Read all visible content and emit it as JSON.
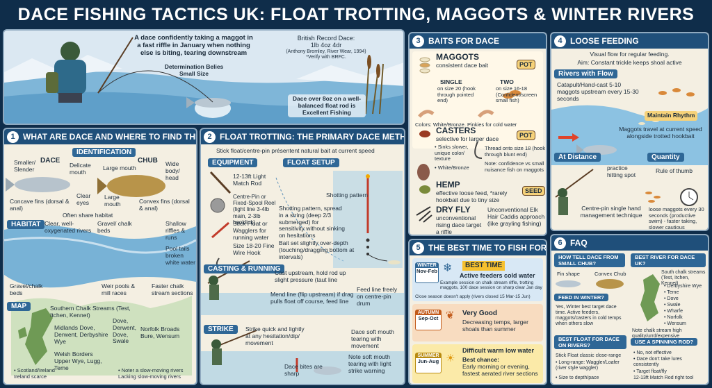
{
  "title": "DACE FISHING TACTICS UK: FLOAT TROTTING, MAGGOTS & WINTER RIVERS",
  "hero": {
    "caption": "A dace confidently taking a maggot in a fast riffle in January when nothing else is biting, tearing downstream",
    "record_title": "British Record Dace:",
    "record_weight": "1lb 4oz 4dr",
    "record_source": "(Anthony Bromley, River Wear, 1994)",
    "record_verify": "*Verify with BRFC.",
    "determination": "Determination Belies Small Size",
    "excellent": "Dace over 8oz on a well-balanced float rod is Excellent Fishing"
  },
  "section1": {
    "num": "1",
    "header": "WHAT ARE DACE AND WHERE TO FIND THEM",
    "identification": "IDENTIFICATION",
    "dace": "DACE",
    "chub": "CHUB",
    "dace_notes": [
      "Smaller/ Slender",
      "Delicate mouth",
      "Clear eyes",
      "Concave fins (dorsal & anal)"
    ],
    "chub_notes": [
      "Large mouth",
      "Wide body/ head",
      "Large mouth",
      "Convex fins (dorsal & anal)"
    ],
    "shared": "Often share habitat",
    "habitat": "HABITAT",
    "habitat_notes": [
      "Clear, well-oxygenated rivers",
      "Gravel/ chalk beds",
      "Shallow riffles & runs",
      "Pool tails broken white water",
      "Gravel/chalk beds",
      "Weir pools & mill races",
      "Faster chalk stream sections"
    ],
    "map": "MAP",
    "map_notes": [
      "Southern Chalk Streams (Test, Itchen, Kennet)",
      "Midlands Dove, Derwent, Derbyshire Wye",
      "Dove, Derwent, Dove, Swale",
      "Norfolk Broads Bure, Wensum",
      "Welsh Borders Upper Wye, Lugg, Teme",
      "• Scotland/Ireland Ireland scarce",
      "• Noter a slow-moving rivers Lacking slow-moving rivers"
    ]
  },
  "section2": {
    "num": "2",
    "header": "FLOAT TROTTING: THE PRIMARY DACE METHOD",
    "intro": "Stick float/centre-pin présentent natural bait at current speed",
    "equipment": "EQUIPMENT",
    "float_setup": "FLOAT SETUP",
    "equipment_items": [
      "12-13ft Light Match Rod",
      "Centre-Pin or Fixed-Spool Reel (light line 3-4lb main, 2-3lb hooklink)",
      "Stick Float or Wagglers for running water",
      "Size 18-20 Fine Wire Hook"
    ],
    "shotting": "Shotting pattern",
    "setup_notes": "Shotting pattern, spread in a string (deep 2/3 submerged) for sensitivity without sinking on hesitations",
    "bait_depth": "Bait set slightly over-depth (touching/dragging bottom at intervals)",
    "casting": "CASTING & RUNNING",
    "casting_notes": [
      "Cast upstream, hold rod up slight pressure (taut line",
      "Mend line (flip upstream) if drag pulls float off course, feed line",
      "Feed line freely on centre-pin drum"
    ],
    "strike": "STRIKE",
    "strike_notes": [
      "Strike quick and lightly at any hesitation/dip/ movement",
      "Dace bites are sharp",
      "Dace soft mouth tearing with movement",
      "Note soft mouth tearing with light strike warning"
    ]
  },
  "section3": {
    "num": "3",
    "header": "BAITS FOR DACE",
    "maggots_title": "MAGGOTS",
    "maggots_sub": "consistent dace bait",
    "pot": "POT",
    "single": "SINGLE",
    "single_note": "on size 20 (hook through pointed end)",
    "two": "TWO",
    "two_note": "on size 16-18 (Confident/screen small fish)",
    "colors": "Colors: White/Bronze. Pinkies for cold water",
    "casters_title": "CASTERS",
    "casters_sub": "selective for larger dace",
    "casters_notes": [
      "• Sinks slower, unique color/ texture",
      "• White/Bronze"
    ],
    "casters_thread": "Thread onto size 18 (hook through blunt end)",
    "casters_note": "Note: confidence vs small nuisance fish on maggots",
    "hemp_title": "HEMP",
    "hemp_sub": "effective loose feed, *rarely hookbait due to tiny size",
    "seed": "SEED",
    "dry_title": "DRY FLY",
    "dry_sub": "unconventional rising dace target a riffle",
    "dry_note": "Unconventional Elk Hair Caddis approach (like grayling fishing)"
  },
  "section4": {
    "num": "4",
    "header": "LOOSE FEEDING",
    "intro1": "Visual flow for regular feeding.",
    "intro2": "Aim: Constant trickle keeps shoal active",
    "rivers_flow": "Rivers with Flow",
    "catapult": "Catapult/Hand-cast 5-10 maggots upstream every 15-30 seconds",
    "rhythm": "Maintain Rhythm",
    "travel": "Maggots travel at current speed alongside trotted hookbait",
    "at_distance": "At Distance",
    "practice": "practice hitting spot",
    "centrepin": "Centre-pin single hand management technique",
    "quantity": "Quantity",
    "rule": "Rule of thumb",
    "quantity_note": "loose maggots every 30 seconds (productive swim) - faster taking, slower cautious"
  },
  "section5": {
    "num": "5",
    "header": "THE BEST TIME TO FISH FOR DACE",
    "winter_label": "WINTER",
    "winter_months": "Nov-Feb",
    "best_time": "BEST TIME",
    "winter_title": "Active feeders cold water",
    "winter_note": "Example session on chalk stream riffle, trotting maggots, 100 dace session on sharp clear Jan day",
    "winter_close": "Close season doesn't apply (rivers closed 15 Mar-15 Jun)",
    "autumn_label": "AUTUMN",
    "autumn_months": "Sep-Oct",
    "autumn_title": "Very Good",
    "autumn_note": "Decreasing temps, larger shoals than summer",
    "summer_label": "SUMMER",
    "summer_months": "Jun-Aug",
    "summer_title": "Difficult warm low water",
    "summer_best": "Best chance:",
    "summer_note": "Early morning or evening, fastest aerated river sections"
  },
  "section6": {
    "num": "6",
    "header": "FAQ",
    "q1": "HOW TELL DACE FROM SMALL CHUB?",
    "q1_fin": "Fin shape",
    "q1_convex": "Convex Chub",
    "q2": "FEED IN WINTER?",
    "q2_ans": "Yes, Winter best target dace time. Active feeders, maggots/casters in cold temps when others slow",
    "q3": "BEST FLOAT FOR DACE ON RIVERS?",
    "q3_ans": [
      "Stick Float classic close-range",
      "• Long-range: Waggler/Loafer (river style waggler)",
      "• Size to depth/pace"
    ],
    "q4": "BEST RIVER FOR DACE UK?",
    "q4_ans": [
      "South chalk streams (Test, Itchen, Kennet)",
      "• Derbyshire Wye",
      "• Teme",
      "• Dove",
      "• Swale",
      "• Wharfe",
      "• Norfolk",
      "• Wensum"
    ],
    "q4_note": "Note chalk stream high quality/urrd/expensive",
    "q5": "USE A SPINNING ROD?",
    "q5_ans": [
      "• No, not effective",
      "• Dace don't take lures consistently",
      "• Target float/fly",
      "12-13ft Match Rod right tool"
    ]
  },
  "colors": {
    "navy": "#0f2d4a",
    "header": "#1f4f7a",
    "panel": "#f4efe2",
    "water": "#7fb6d8",
    "best": "#f6c02e",
    "autumn": "#e8843a",
    "summer": "#f2cf56"
  }
}
